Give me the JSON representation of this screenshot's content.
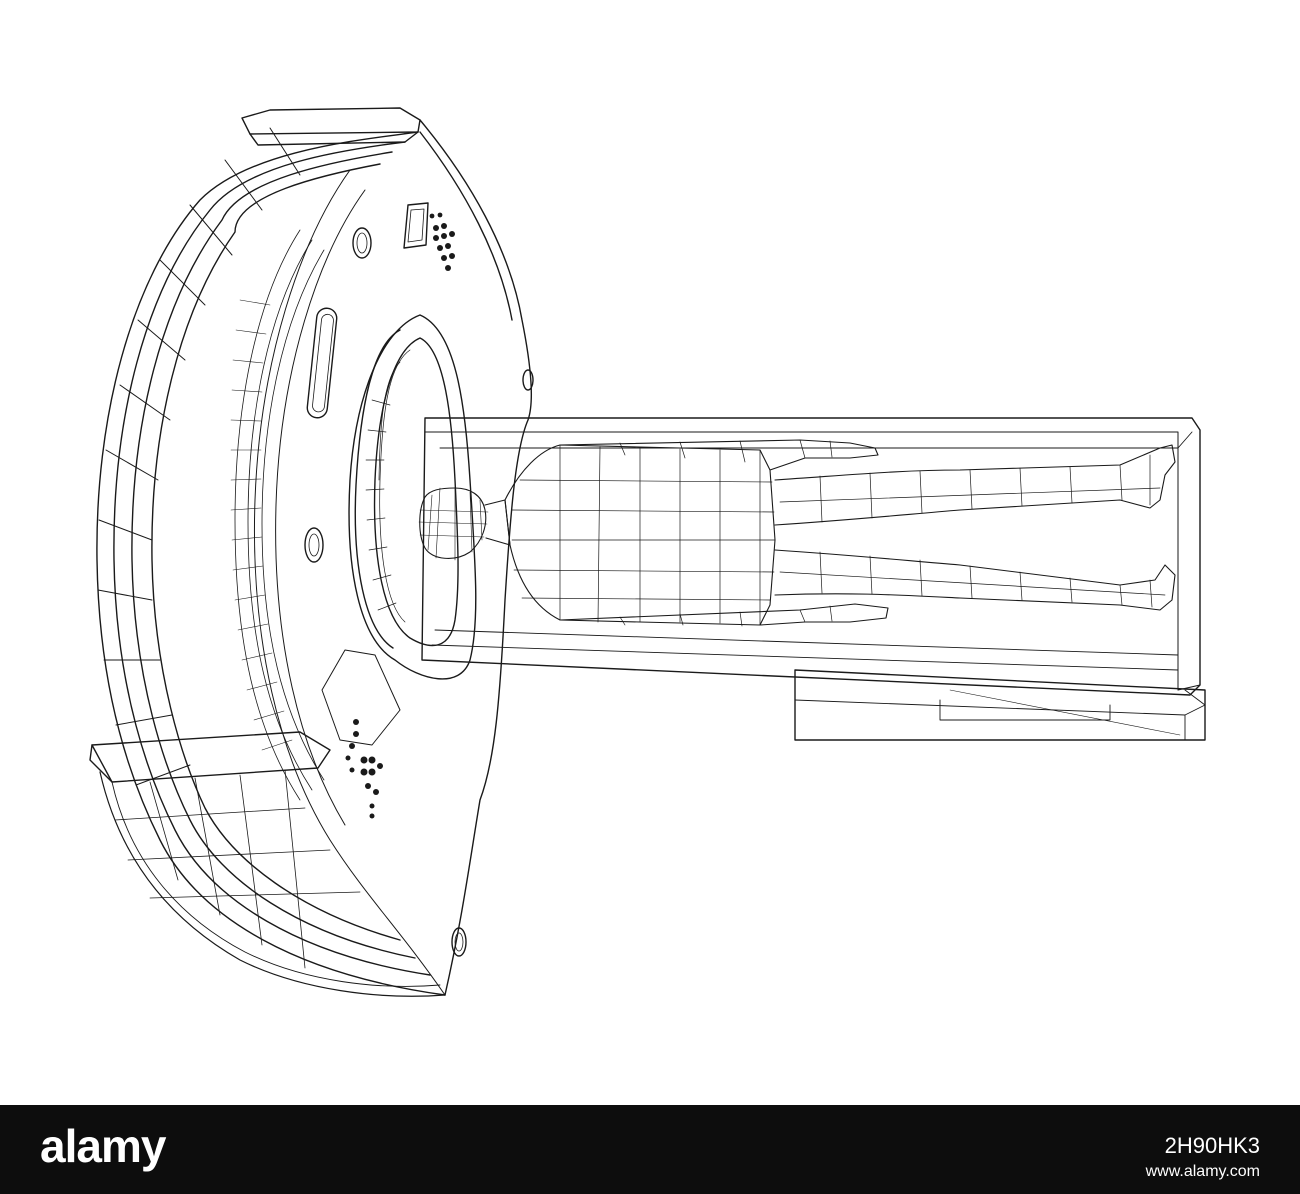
{
  "footer": {
    "logo_text": "alamy",
    "image_id": "2H90HK3",
    "url": "www.alamy.com"
  },
  "colors": {
    "background": "#ffffff",
    "line": "#1a1a1a",
    "footer_bg": "#0d0d0d",
    "footer_text": "#ffffff"
  }
}
